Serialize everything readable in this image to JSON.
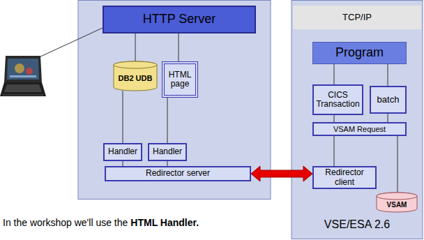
{
  "diagram": {
    "nodes": [
      {
        "text": [
          "HTTP Server"
        ]
      },
      {
        "text": [
          "DB2 UDB"
        ]
      },
      {
        "text": [
          "HTML page"
        ]
      },
      {
        "text": [
          "Handler"
        ]
      },
      {
        "text": [
          "Handler"
        ]
      },
      {
        "text": [
          "Redirector server"
        ]
      },
      {
        "text": [
          "VSE/ESA 2.6"
        ]
      },
      {
        "text": [
          "TCP/IP"
        ],
        "in": 6
      },
      {
        "text": [
          "Program"
        ],
        "in": 6
      },
      {
        "text": [
          "CICS Transaction"
        ],
        "in": 6
      },
      {
        "text": [
          "batch"
        ],
        "in": 6
      },
      {
        "text": [
          "VSAM Request"
        ],
        "in": 6
      },
      {
        "text": [
          "Redirector client"
        ],
        "in": 6
      },
      {
        "text": [
          "VSAM"
        ],
        "in": 6
      }
    ],
    "edges": [
      {
        "from": 0,
        "to": 1,
        "arrow": "none"
      },
      {
        "from": 0,
        "to": 2,
        "arrow": "none"
      },
      {
        "from": 1,
        "to": 3,
        "arrow": "none"
      },
      {
        "from": 2,
        "to": 4,
        "arrow": "none"
      },
      {
        "from": 3,
        "to": 5,
        "arrow": "none"
      },
      {
        "from": 4,
        "to": 5,
        "arrow": "none"
      },
      {
        "from": 5,
        "to": 12,
        "arrow": "both"
      },
      {
        "from": 8,
        "to": 9,
        "arrow": "none"
      },
      {
        "from": 8,
        "to": 10,
        "arrow": "none"
      },
      {
        "from": 9,
        "to": 11,
        "arrow": "none"
      },
      {
        "from": 10,
        "to": 11,
        "arrow": "none"
      },
      {
        "from": 11,
        "to": 12,
        "arrow": "none"
      },
      {
        "from": 11,
        "to": 13,
        "arrow": "none"
      }
    ],
    "labels": [
      "In the workshop we'll use the",
      "HTML Handler."
    ]
  }
}
